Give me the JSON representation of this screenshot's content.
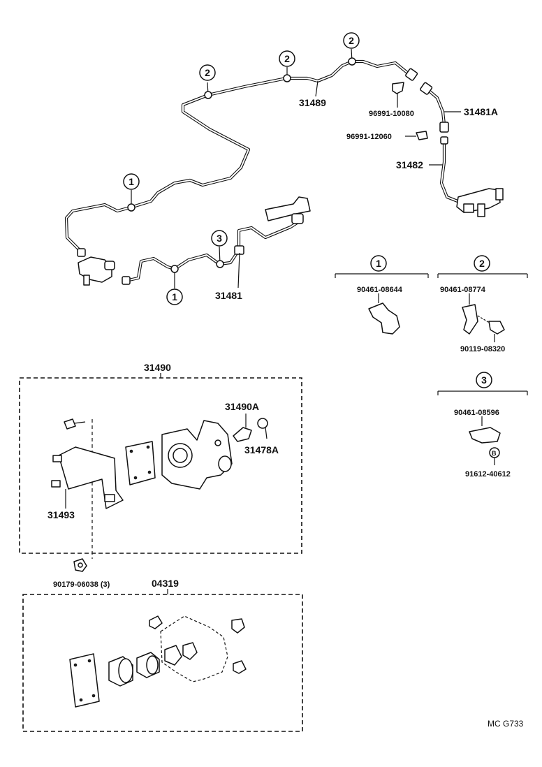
{
  "diagram_code": "MC G733",
  "parts": {
    "p31481A": "31481A",
    "p31482": "31482",
    "p31489": "31489",
    "p31481": "31481",
    "p96991_10080": "96991-10080",
    "p96991_12060": "96991-12060",
    "p31490": "31490",
    "p31490A": "31490A",
    "p31478A": "31478A",
    "p31493": "31493",
    "p90179": "90179-06038 (3)",
    "p04319": "04319"
  },
  "callouts": {
    "c1": "1",
    "c2": "2",
    "c3": "3"
  },
  "clamp_groups": {
    "g1": {
      "num": "1",
      "part": "90461-08644"
    },
    "g2": {
      "num": "2",
      "part": "90461-08774",
      "bolt": "90119-08320"
    },
    "g3": {
      "num": "3",
      "part": "90461-08596",
      "bolt": "91612-40612",
      "bolt_mark": "B"
    }
  }
}
